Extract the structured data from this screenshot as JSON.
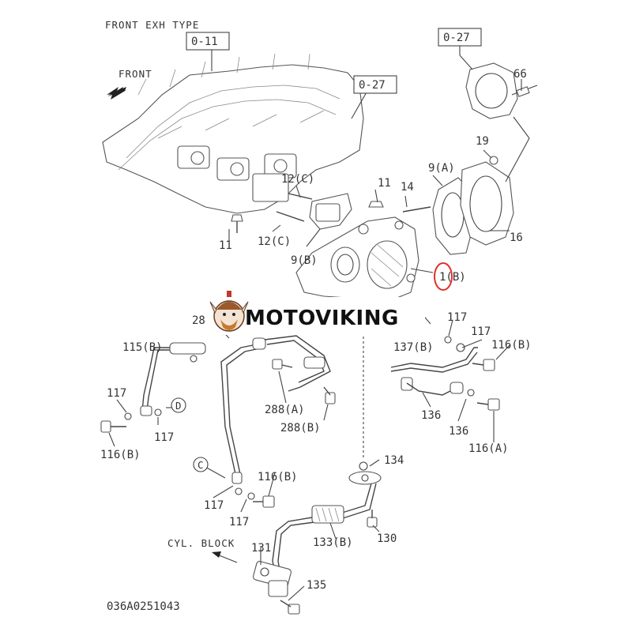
{
  "header": {
    "title": "FRONT EXH TYPE",
    "front_label": "FRONT"
  },
  "brand": {
    "name": "MOTOVIKING",
    "logo_icon": "viking-mascot-icon"
  },
  "highlight_color": "#e0302a",
  "refs": {
    "manifold": "0-11",
    "gasket_a": "0-27",
    "gasket_b": "0-27"
  },
  "callouts": {
    "c66": "66",
    "c19": "19",
    "c9a": "9(A)",
    "c16": "16",
    "c11a": "11",
    "c11b": "11",
    "c14": "14",
    "c12c_a": "12(C)",
    "c12c_b": "12(C)",
    "c9b": "9(B)",
    "c1b": "1(B)",
    "c28": "28",
    "c115b": "115(B)",
    "c117a": "117",
    "c117b": "117",
    "c117c": "117",
    "c117d": "117",
    "c117e": "117",
    "c117f": "117",
    "c116b_a": "116(B)",
    "c116b_b": "116(B)",
    "c116b_c": "116(B)",
    "c116a": "116(A)",
    "c137b": "137(B)",
    "c136a": "136",
    "c136b": "136",
    "c288a": "288(A)",
    "c288b": "288(B)",
    "c134": "134",
    "c130": "130",
    "c133b": "133(B)",
    "c131": "131",
    "c135": "135",
    "circle_d": "D",
    "circle_c": "C"
  },
  "cyl_block_label": "CYL. BLOCK",
  "footer": {
    "drawing_code": "036A0251043"
  }
}
